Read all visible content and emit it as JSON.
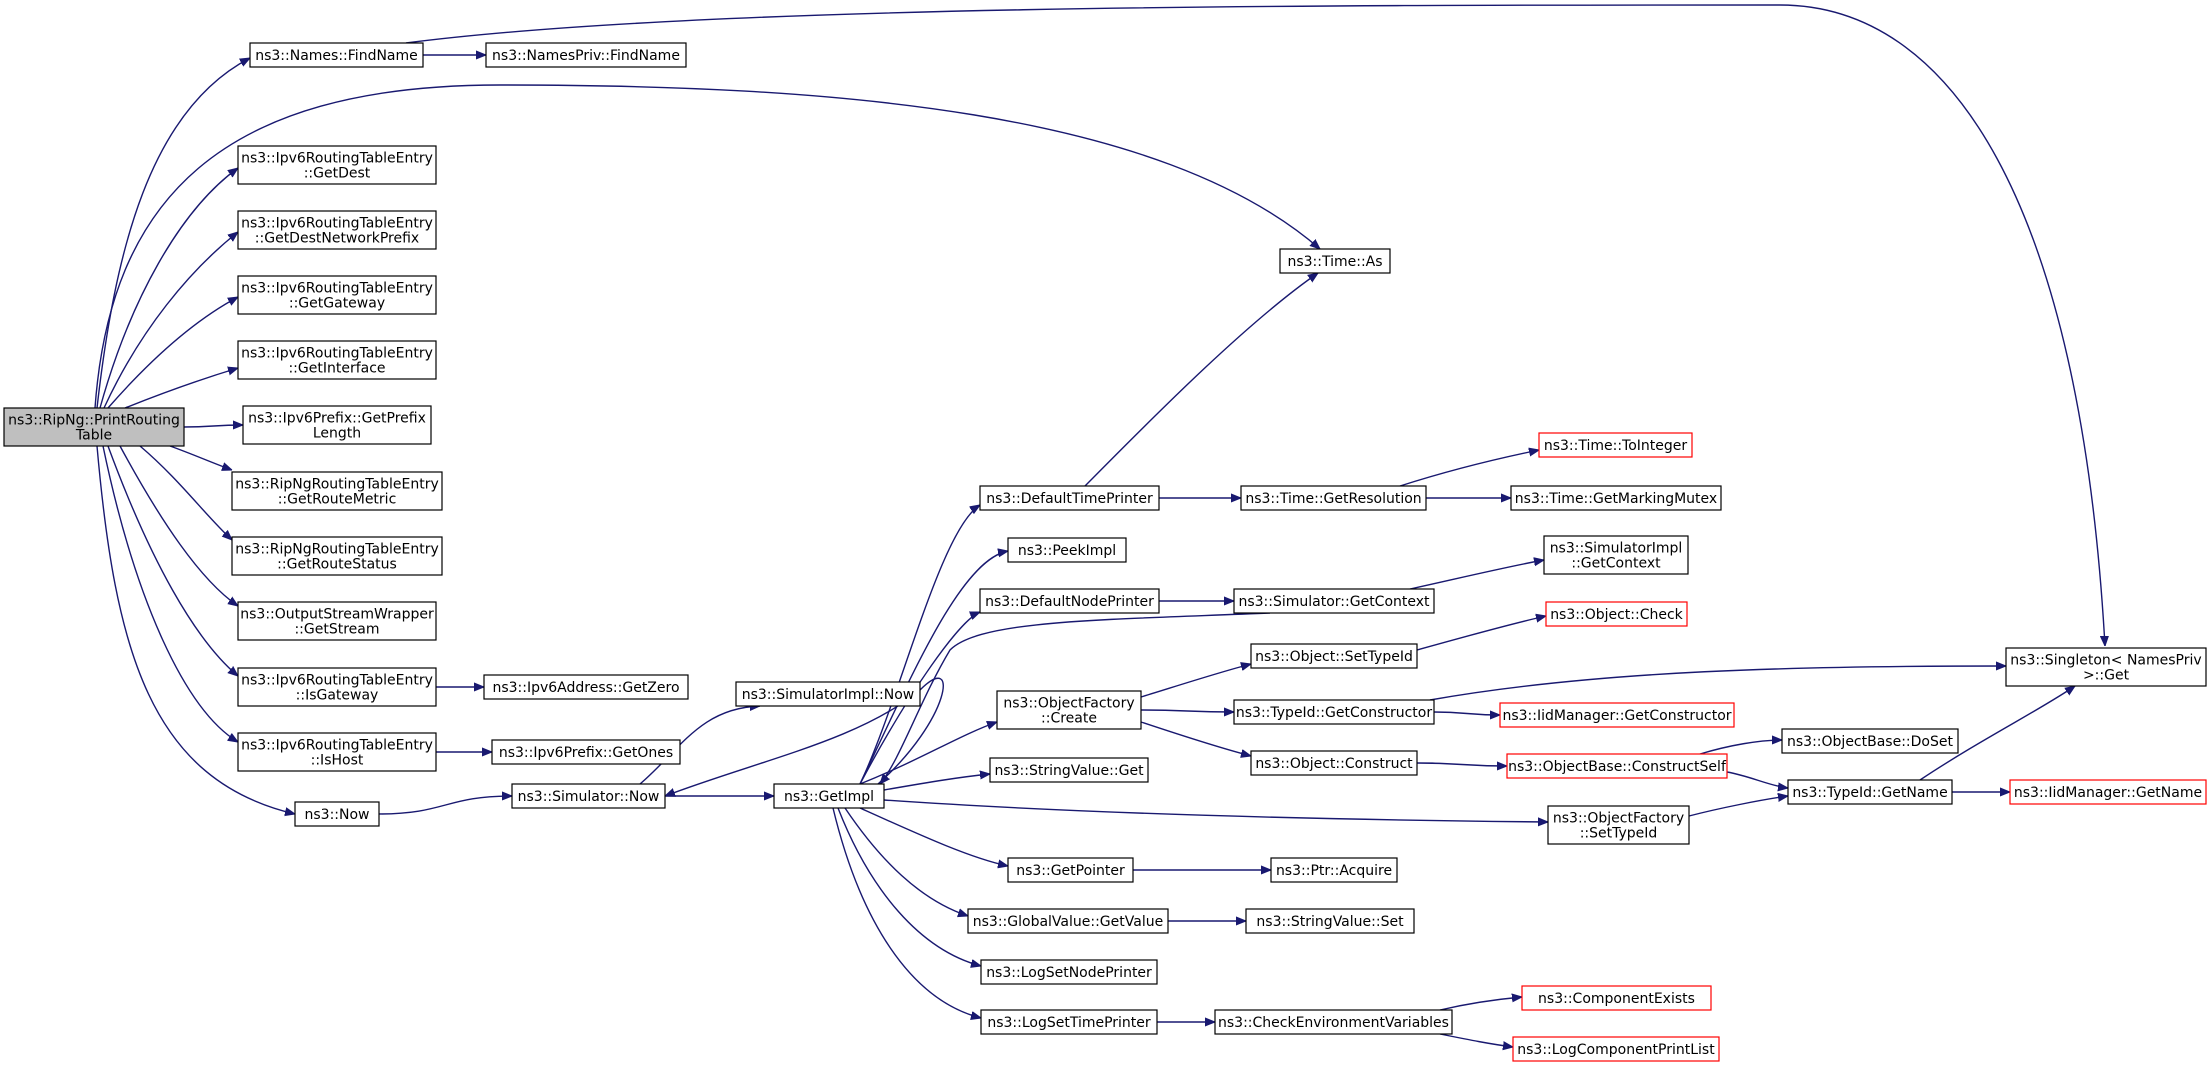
{
  "graph": {
    "nodes": [
      {
        "id": "printroutingtable",
        "lines": [
          "ns3::RipNg::PrintRouting",
          "Table"
        ],
        "style": "root"
      },
      {
        "id": "names-findname",
        "lines": [
          "ns3::Names::FindName"
        ],
        "style": "normal"
      },
      {
        "id": "namespriv-findname",
        "lines": [
          "ns3::NamesPriv::FindName"
        ],
        "style": "normal"
      },
      {
        "id": "getdest",
        "lines": [
          "ns3::Ipv6RoutingTableEntry",
          "::GetDest"
        ],
        "style": "normal"
      },
      {
        "id": "getdestnetworkprefix",
        "lines": [
          "ns3::Ipv6RoutingTableEntry",
          "::GetDestNetworkPrefix"
        ],
        "style": "normal"
      },
      {
        "id": "getgateway",
        "lines": [
          "ns3::Ipv6RoutingTableEntry",
          "::GetGateway"
        ],
        "style": "normal"
      },
      {
        "id": "getinterface",
        "lines": [
          "ns3::Ipv6RoutingTableEntry",
          "::GetInterface"
        ],
        "style": "normal"
      },
      {
        "id": "getprefixlength",
        "lines": [
          "ns3::Ipv6Prefix::GetPrefix",
          "Length"
        ],
        "style": "normal"
      },
      {
        "id": "getroutemetric",
        "lines": [
          "ns3::RipNgRoutingTableEntry",
          "::GetRouteMetric"
        ],
        "style": "normal"
      },
      {
        "id": "getroutestatus",
        "lines": [
          "ns3::RipNgRoutingTableEntry",
          "::GetRouteStatus"
        ],
        "style": "normal"
      },
      {
        "id": "getstream",
        "lines": [
          "ns3::OutputStreamWrapper",
          "::GetStream"
        ],
        "style": "normal"
      },
      {
        "id": "isgateway",
        "lines": [
          "ns3::Ipv6RoutingTableEntry",
          "::IsGateway"
        ],
        "style": "normal"
      },
      {
        "id": "ishost",
        "lines": [
          "ns3::Ipv6RoutingTableEntry",
          "::IsHost"
        ],
        "style": "normal"
      },
      {
        "id": "getzero",
        "lines": [
          "ns3::Ipv6Address::GetZero"
        ],
        "style": "normal"
      },
      {
        "id": "getones",
        "lines": [
          "ns3::Ipv6Prefix::GetOnes"
        ],
        "style": "normal"
      },
      {
        "id": "now",
        "lines": [
          "ns3::Now"
        ],
        "style": "normal"
      },
      {
        "id": "simulator-now",
        "lines": [
          "ns3::Simulator::Now"
        ],
        "style": "normal"
      },
      {
        "id": "simulatorimpl-now",
        "lines": [
          "ns3::SimulatorImpl::Now"
        ],
        "style": "normal"
      },
      {
        "id": "getimpl",
        "lines": [
          "ns3::GetImpl"
        ],
        "style": "normal"
      },
      {
        "id": "time-as",
        "lines": [
          "ns3::Time::As"
        ],
        "style": "normal"
      },
      {
        "id": "defaulttimeprinter",
        "lines": [
          "ns3::DefaultTimePrinter"
        ],
        "style": "normal"
      },
      {
        "id": "peekimpl",
        "lines": [
          "ns3::PeekImpl"
        ],
        "style": "normal"
      },
      {
        "id": "defaultnodeprinter",
        "lines": [
          "ns3::DefaultNodePrinter"
        ],
        "style": "normal"
      },
      {
        "id": "objectfactory-create",
        "lines": [
          "ns3::ObjectFactory",
          "::Create"
        ],
        "style": "normal"
      },
      {
        "id": "stringvalue-get",
        "lines": [
          "ns3::StringValue::Get"
        ],
        "style": "normal"
      },
      {
        "id": "getpointer",
        "lines": [
          "ns3::GetPointer"
        ],
        "style": "normal"
      },
      {
        "id": "globalvalue-getvalue",
        "lines": [
          "ns3::GlobalValue::GetValue"
        ],
        "style": "normal"
      },
      {
        "id": "logsetnodeprinter",
        "lines": [
          "ns3::LogSetNodePrinter"
        ],
        "style": "normal"
      },
      {
        "id": "logsettimeprinter",
        "lines": [
          "ns3::LogSetTimePrinter"
        ],
        "style": "normal"
      },
      {
        "id": "time-getresolution",
        "lines": [
          "ns3::Time::GetResolution"
        ],
        "style": "normal"
      },
      {
        "id": "simulator-getcontext",
        "lines": [
          "ns3::Simulator::GetContext"
        ],
        "style": "normal"
      },
      {
        "id": "object-settypeid",
        "lines": [
          "ns3::Object::SetTypeId"
        ],
        "style": "normal"
      },
      {
        "id": "typeid-getconstructor",
        "lines": [
          "ns3::TypeId::GetConstructor"
        ],
        "style": "normal"
      },
      {
        "id": "object-construct",
        "lines": [
          "ns3::Object::Construct"
        ],
        "style": "normal"
      },
      {
        "id": "objectfactory-settypeid",
        "lines": [
          "ns3::ObjectFactory",
          "::SetTypeId"
        ],
        "style": "normal"
      },
      {
        "id": "ptr-acquire",
        "lines": [
          "ns3::Ptr::Acquire"
        ],
        "style": "normal"
      },
      {
        "id": "stringvalue-set",
        "lines": [
          "ns3::StringValue::Set"
        ],
        "style": "normal"
      },
      {
        "id": "checkenvironmentvariables",
        "lines": [
          "ns3::CheckEnvironmentVariables"
        ],
        "style": "normal"
      },
      {
        "id": "time-tointeger",
        "lines": [
          "ns3::Time::ToInteger"
        ],
        "style": "red"
      },
      {
        "id": "time-getmarkingmutex",
        "lines": [
          "ns3::Time::GetMarkingMutex"
        ],
        "style": "normal"
      },
      {
        "id": "simulatorimpl-getcontext",
        "lines": [
          "ns3::SimulatorImpl",
          "::GetContext"
        ],
        "style": "normal"
      },
      {
        "id": "object-check",
        "lines": [
          "ns3::Object::Check"
        ],
        "style": "red"
      },
      {
        "id": "iidmanager-getconstructor",
        "lines": [
          "ns3::IidManager::GetConstructor"
        ],
        "style": "red"
      },
      {
        "id": "objectbase-constructself",
        "lines": [
          "ns3::ObjectBase::ConstructSelf"
        ],
        "style": "red"
      },
      {
        "id": "componentexists",
        "lines": [
          "ns3::ComponentExists"
        ],
        "style": "red"
      },
      {
        "id": "logcomponentprintlist",
        "lines": [
          "ns3::LogComponentPrintList"
        ],
        "style": "red"
      },
      {
        "id": "singleton-get",
        "lines": [
          "ns3::Singleton< NamesPriv",
          ">::Get"
        ],
        "style": "normal"
      },
      {
        "id": "objectbase-doset",
        "lines": [
          "ns3::ObjectBase::DoSet"
        ],
        "style": "normal"
      },
      {
        "id": "typeid-getname",
        "lines": [
          "ns3::TypeId::GetName"
        ],
        "style": "normal"
      },
      {
        "id": "iidmanager-getname",
        "lines": [
          "ns3::IidManager::GetName"
        ],
        "style": "red"
      }
    ],
    "edges": [
      [
        "printroutingtable",
        "names-findname"
      ],
      [
        "printroutingtable",
        "time-as"
      ],
      [
        "printroutingtable",
        "getdest"
      ],
      [
        "printroutingtable",
        "getdestnetworkprefix"
      ],
      [
        "printroutingtable",
        "getgateway"
      ],
      [
        "printroutingtable",
        "getinterface"
      ],
      [
        "printroutingtable",
        "getprefixlength"
      ],
      [
        "printroutingtable",
        "getroutemetric"
      ],
      [
        "printroutingtable",
        "getroutestatus"
      ],
      [
        "printroutingtable",
        "getstream"
      ],
      [
        "printroutingtable",
        "isgateway"
      ],
      [
        "printroutingtable",
        "ishost"
      ],
      [
        "printroutingtable",
        "now"
      ],
      [
        "names-findname",
        "namespriv-findname"
      ],
      [
        "names-findname",
        "singleton-get"
      ],
      [
        "isgateway",
        "getzero"
      ],
      [
        "ishost",
        "getones"
      ],
      [
        "now",
        "simulator-now"
      ],
      [
        "simulator-now",
        "simulatorimpl-now"
      ],
      [
        "simulator-now",
        "getimpl"
      ],
      [
        "getimpl",
        "simulator-now"
      ],
      [
        "getimpl",
        "defaulttimeprinter"
      ],
      [
        "getimpl",
        "peekimpl"
      ],
      [
        "getimpl",
        "defaultnodeprinter"
      ],
      [
        "getimpl",
        "objectfactory-create"
      ],
      [
        "getimpl",
        "stringvalue-get"
      ],
      [
        "getimpl",
        "objectfactory-settypeid"
      ],
      [
        "getimpl",
        "getpointer"
      ],
      [
        "getimpl",
        "globalvalue-getvalue"
      ],
      [
        "getimpl",
        "logsetnodeprinter"
      ],
      [
        "getimpl",
        "logsettimeprinter"
      ],
      [
        "simulator-getcontext",
        "getimpl"
      ],
      [
        "defaulttimeprinter",
        "time-as"
      ],
      [
        "defaulttimeprinter",
        "time-getresolution"
      ],
      [
        "defaultnodeprinter",
        "simulator-getcontext"
      ],
      [
        "time-getresolution",
        "time-tointeger"
      ],
      [
        "time-getresolution",
        "time-getmarkingmutex"
      ],
      [
        "simulator-getcontext",
        "simulatorimpl-getcontext"
      ],
      [
        "objectfactory-create",
        "object-settypeid"
      ],
      [
        "objectfactory-create",
        "typeid-getconstructor"
      ],
      [
        "objectfactory-create",
        "object-construct"
      ],
      [
        "object-settypeid",
        "object-check"
      ],
      [
        "typeid-getconstructor",
        "iidmanager-getconstructor"
      ],
      [
        "typeid-getconstructor",
        "singleton-get"
      ],
      [
        "object-construct",
        "objectbase-constructself"
      ],
      [
        "objectbase-constructself",
        "objectbase-doset"
      ],
      [
        "objectbase-constructself",
        "typeid-getname"
      ],
      [
        "objectfactory-settypeid",
        "typeid-getname"
      ],
      [
        "typeid-getname",
        "iidmanager-getname"
      ],
      [
        "typeid-getname",
        "singleton-get"
      ],
      [
        "getpointer",
        "ptr-acquire"
      ],
      [
        "globalvalue-getvalue",
        "stringvalue-set"
      ],
      [
        "logsettimeprinter",
        "checkenvironmentvariables"
      ],
      [
        "checkenvironmentvariables",
        "componentexists"
      ],
      [
        "checkenvironmentvariables",
        "logcomponentprintlist"
      ]
    ]
  }
}
